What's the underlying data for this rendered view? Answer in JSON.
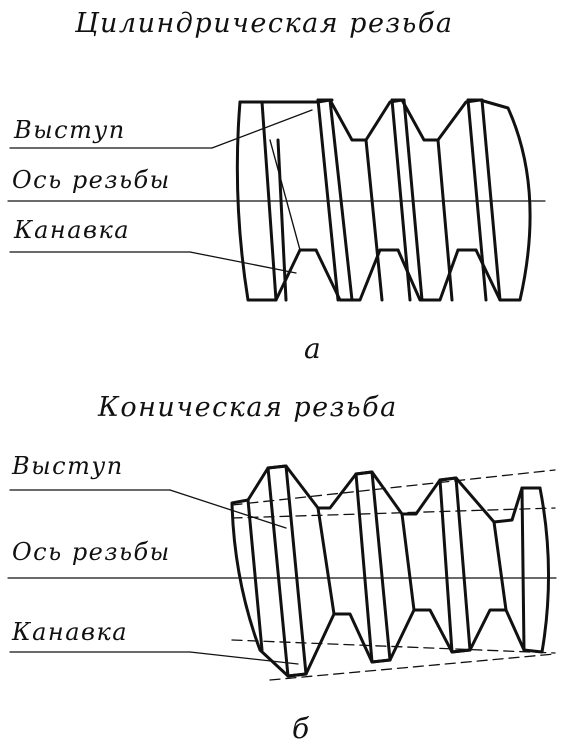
{
  "figure_a": {
    "title": "Цилиндрическая резьба",
    "label_crest": "Выступ",
    "label_axis": "Ось резьбы",
    "label_groove": "Канавка",
    "caption": "а"
  },
  "figure_b": {
    "title": "Коническая резьба",
    "label_crest": "Выступ",
    "label_axis": "Ось резьбы",
    "label_groove": "Канавка",
    "caption": "б"
  },
  "colors": {
    "ink": "#111111",
    "background": "#ffffff"
  }
}
